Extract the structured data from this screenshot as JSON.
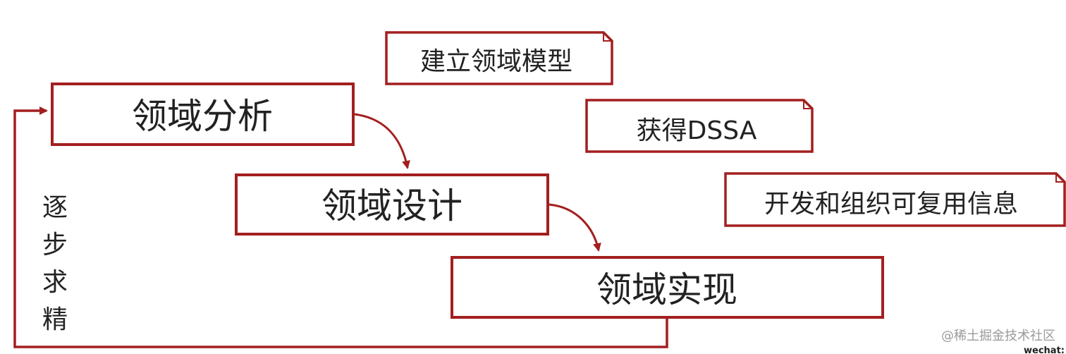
{
  "colors": {
    "accent": "#a31f1f",
    "text": "#222222",
    "watermark": "#9a9a9a",
    "background": "#ffffff"
  },
  "process": {
    "stage_1": "领域分析",
    "stage_2": "领域设计",
    "stage_3": "领域实现"
  },
  "outcomes": {
    "outcome_1": "建立领域模型",
    "outcome_2": "获得DSSA",
    "outcome_3": "开发和组织可复用信息"
  },
  "feedback": {
    "chars": [
      "逐",
      "步",
      "求",
      "精"
    ]
  },
  "watermark": {
    "text": "@稀土掘金技术社区",
    "corner": "wechat:"
  }
}
